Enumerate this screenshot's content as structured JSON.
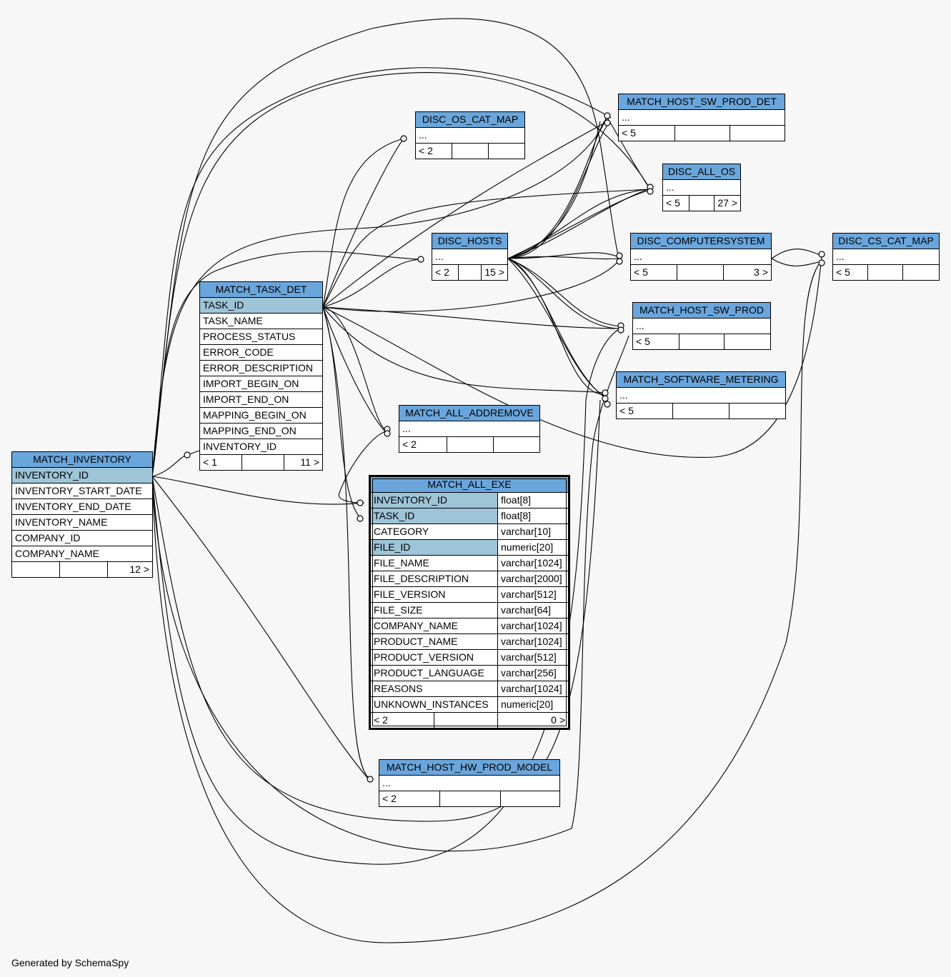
{
  "footer": "Generated by SchemaSpy",
  "tables": {
    "match_inventory": {
      "name": "MATCH_INVENTORY",
      "columns": [
        "INVENTORY_ID",
        "INVENTORY_START_DATE",
        "INVENTORY_END_DATE",
        "INVENTORY_NAME",
        "COMPANY_ID",
        "COMPANY_NAME"
      ],
      "keys": [
        "INVENTORY_ID"
      ],
      "parents": "",
      "children": "12 >"
    },
    "match_task_det": {
      "name": "MATCH_TASK_DET",
      "columns": [
        "TASK_ID",
        "TASK_NAME",
        "PROCESS_STATUS",
        "ERROR_CODE",
        "ERROR_DESCRIPTION",
        "IMPORT_BEGIN_ON",
        "IMPORT_END_ON",
        "MAPPING_BEGIN_ON",
        "MAPPING_END_ON",
        "INVENTORY_ID"
      ],
      "keys": [
        "TASK_ID"
      ],
      "parents": "< 1",
      "children": "11 >"
    },
    "disc_os_cat_map": {
      "name": "DISC_OS_CAT_MAP",
      "ellipsis": "...",
      "parents": "< 2",
      "children": ""
    },
    "disc_hosts": {
      "name": "DISC_HOSTS",
      "ellipsis": "...",
      "parents": "< 2",
      "children": "15 >"
    },
    "match_host_sw_prod_det": {
      "name": "MATCH_HOST_SW_PROD_DET",
      "ellipsis": "...",
      "parents": "< 5",
      "children": ""
    },
    "disc_all_os": {
      "name": "DISC_ALL_OS",
      "ellipsis": "...",
      "parents": "< 5",
      "children": "27 >"
    },
    "disc_computersystem": {
      "name": "DISC_COMPUTERSYSTEM",
      "ellipsis": "...",
      "parents": "< 5",
      "children": "3 >"
    },
    "disc_cs_cat_map": {
      "name": "DISC_CS_CAT_MAP",
      "ellipsis": "...",
      "parents": "< 5",
      "children": ""
    },
    "match_host_sw_prod": {
      "name": "MATCH_HOST_SW_PROD",
      "ellipsis": "...",
      "parents": "< 5",
      "children": ""
    },
    "match_software_metering": {
      "name": "MATCH_SOFTWARE_METERING",
      "ellipsis": "...",
      "parents": "< 5",
      "children": ""
    },
    "match_all_addremove": {
      "name": "MATCH_ALL_ADDREMOVE",
      "ellipsis": "...",
      "parents": "< 2",
      "children": ""
    },
    "match_host_hw_prod_model": {
      "name": "MATCH_HOST_HW_PROD_MODEL",
      "ellipsis": "...",
      "parents": "< 2",
      "children": ""
    },
    "match_all_exe": {
      "name": "MATCH_ALL_EXE",
      "columns": [
        {
          "name": "INVENTORY_ID",
          "type": "float[8]",
          "key": true
        },
        {
          "name": "TASK_ID",
          "type": "float[8]",
          "key": true
        },
        {
          "name": "CATEGORY",
          "type": "varchar[10]",
          "key": false
        },
        {
          "name": "FILE_ID",
          "type": "numeric[20]",
          "key": true
        },
        {
          "name": "FILE_NAME",
          "type": "varchar[1024]",
          "key": false
        },
        {
          "name": "FILE_DESCRIPTION",
          "type": "varchar[2000]",
          "key": false
        },
        {
          "name": "FILE_VERSION",
          "type": "varchar[512]",
          "key": false
        },
        {
          "name": "FILE_SIZE",
          "type": "varchar[64]",
          "key": false
        },
        {
          "name": "COMPANY_NAME",
          "type": "varchar[1024]",
          "key": false
        },
        {
          "name": "PRODUCT_NAME",
          "type": "varchar[1024]",
          "key": false
        },
        {
          "name": "PRODUCT_VERSION",
          "type": "varchar[512]",
          "key": false
        },
        {
          "name": "PRODUCT_LANGUAGE",
          "type": "varchar[256]",
          "key": false
        },
        {
          "name": "REASONS",
          "type": "varchar[1024]",
          "key": false
        },
        {
          "name": "UNKNOWN_INSTANCES",
          "type": "numeric[20]",
          "key": false
        }
      ],
      "parents": "< 2",
      "children": "0 >"
    }
  }
}
